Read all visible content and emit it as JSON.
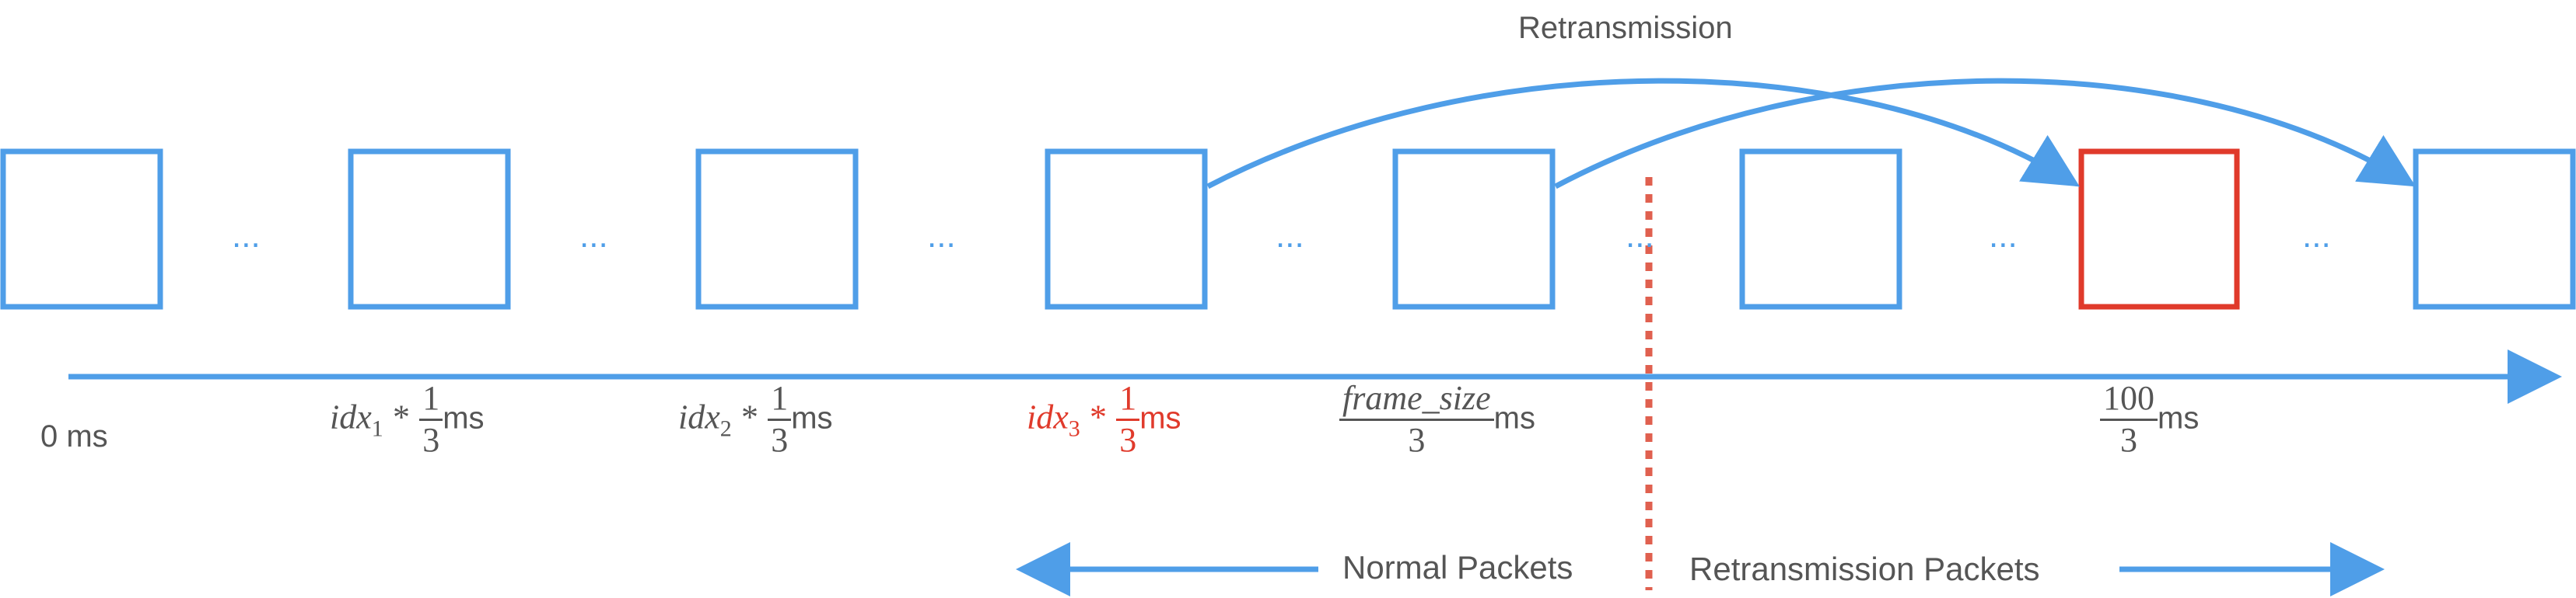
{
  "retransmission_label": "Retransmission",
  "ellipsis": "...",
  "labels": {
    "t0": "0 ms",
    "idx1": {
      "var": "idx",
      "sub": "1",
      "star": "*",
      "num": "1",
      "den": "3",
      "unit": "ms"
    },
    "idx2": {
      "var": "idx",
      "sub": "2",
      "star": "*",
      "num": "1",
      "den": "3",
      "unit": "ms"
    },
    "idx3": {
      "var": "idx",
      "sub": "3",
      "star": "*",
      "num": "1",
      "den": "3",
      "unit": "ms"
    },
    "frame": {
      "num": "frame_size",
      "den": "3",
      "unit": "ms"
    },
    "end": {
      "num": "100",
      "den": "3",
      "unit": "ms"
    }
  },
  "legend": {
    "normal": "Normal Packets",
    "retransmission": "Retransmission Packets"
  },
  "colors": {
    "blue": "#4f9ee8",
    "red": "#e03a2b",
    "text": "#555555"
  }
}
